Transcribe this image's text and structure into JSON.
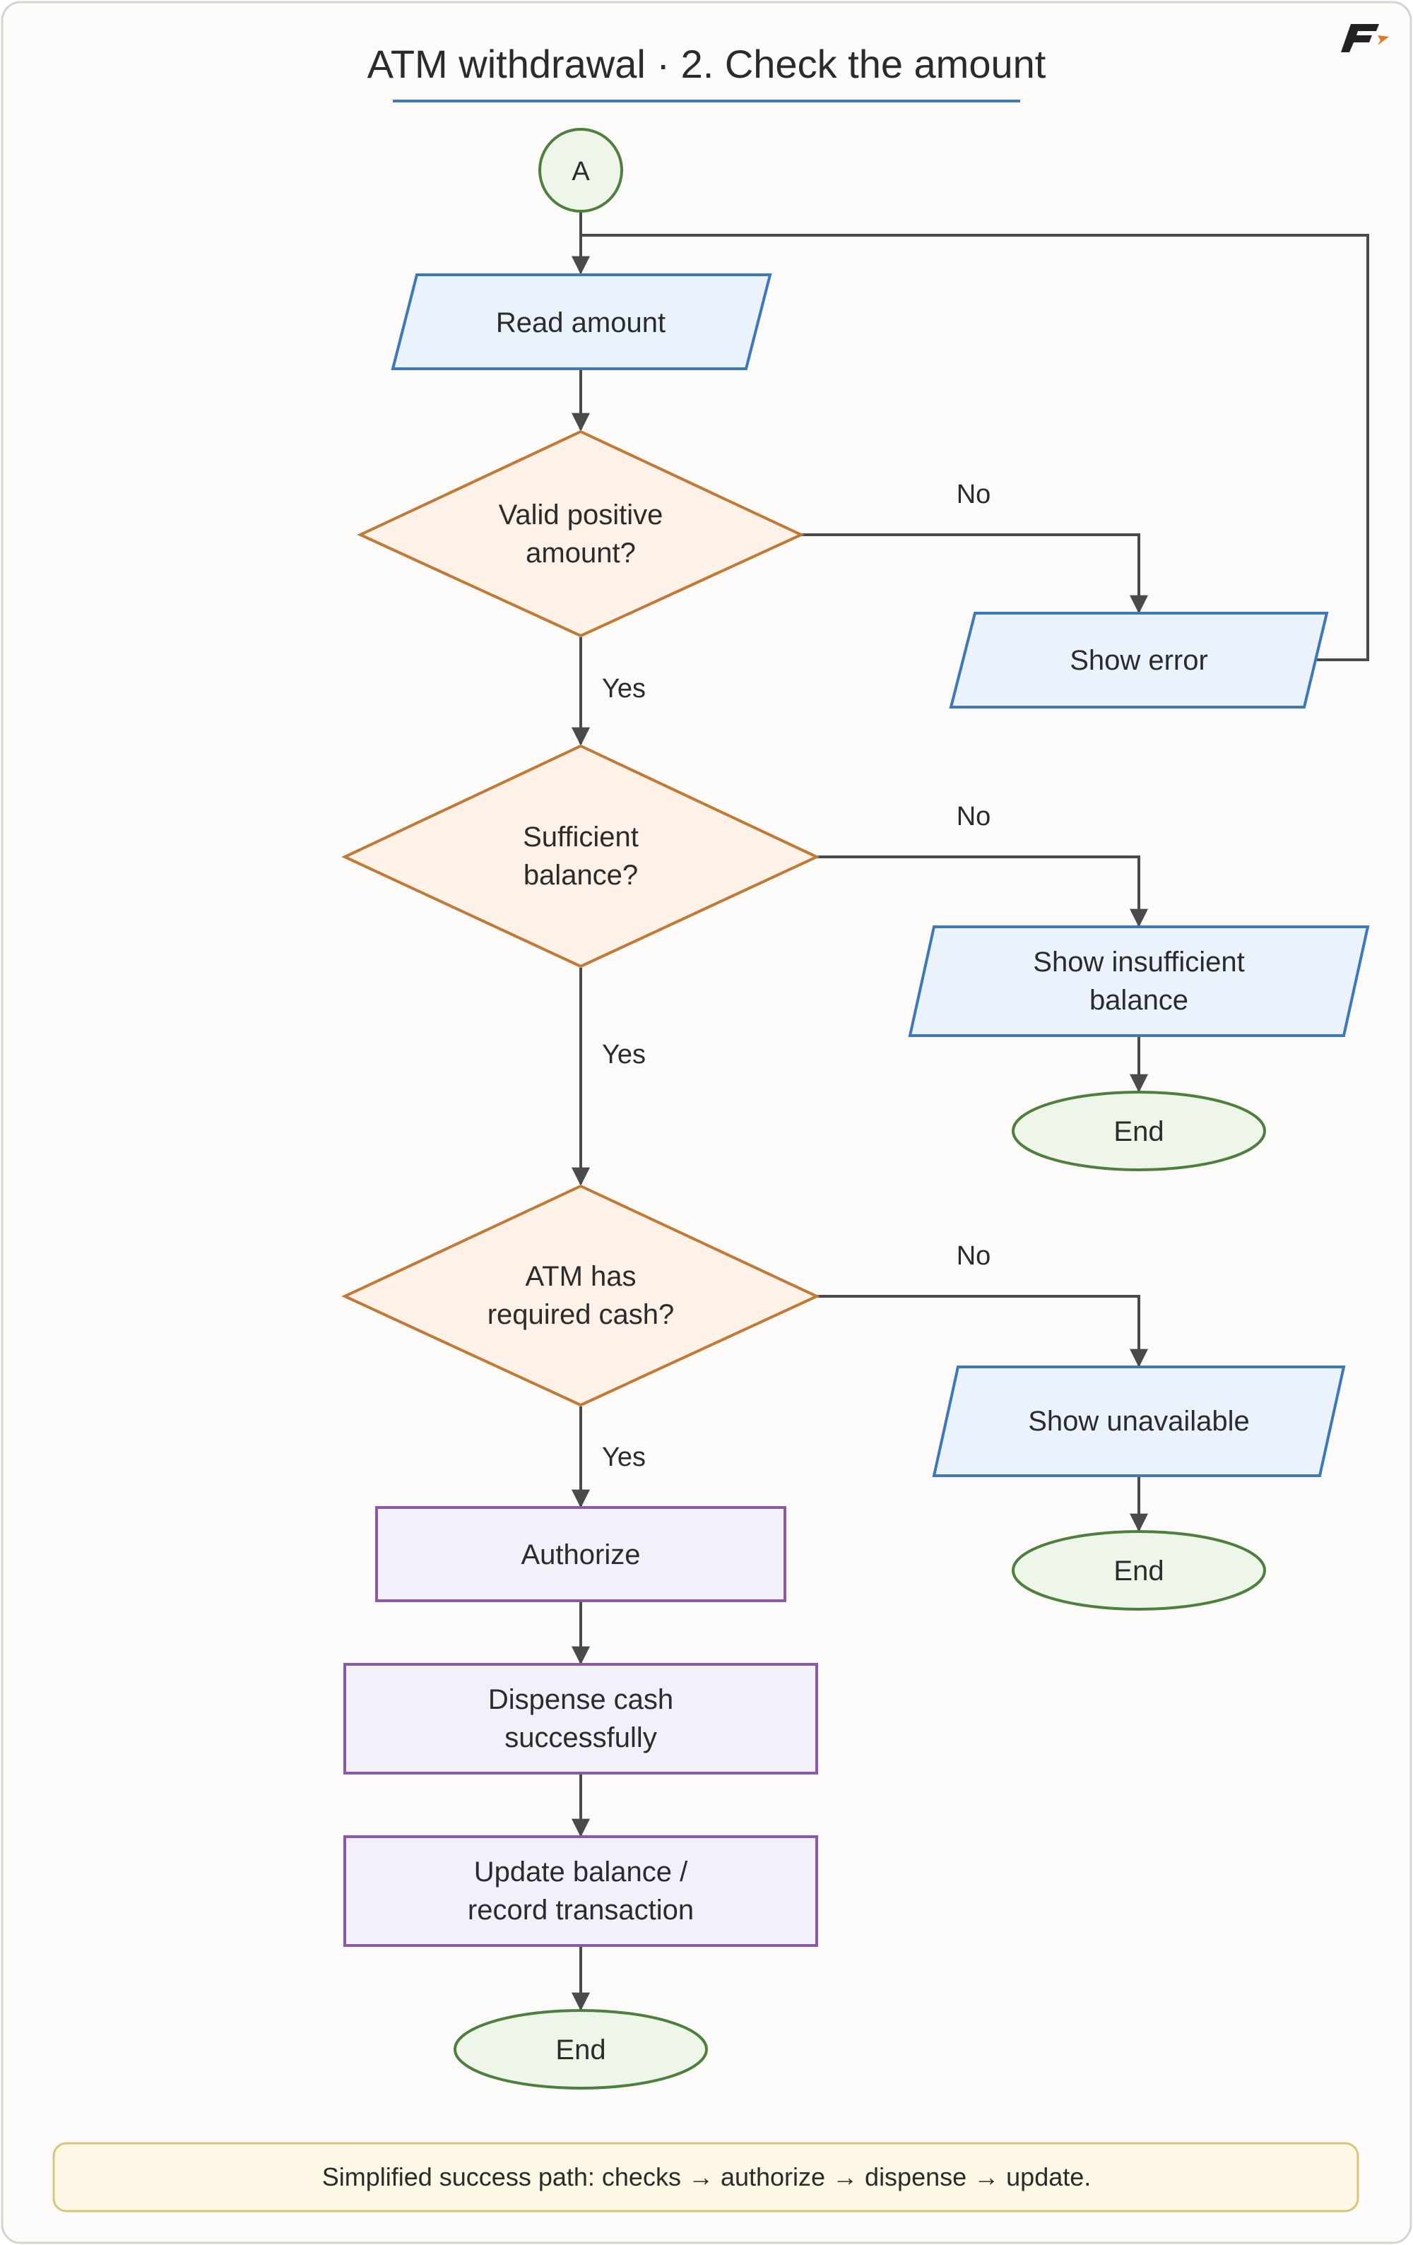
{
  "title": "ATM withdrawal · 2. Check the amount",
  "logo": {
    "name": "brand-logo-icon"
  },
  "connector": {
    "label": "A"
  },
  "nodes": {
    "read_amount": "Read amount",
    "valid_q": [
      "Valid positive",
      "amount?"
    ],
    "show_error": "Show error",
    "sufficient_q": [
      "Sufficient",
      "balance?"
    ],
    "show_insufficient": [
      "Show insufficient",
      "balance"
    ],
    "end_insufficient": "End",
    "cash_q": [
      "ATM has",
      "required cash?"
    ],
    "show_unavailable": "Show unavailable",
    "end_unavailable": "End",
    "authorize": "Authorize",
    "dispense": [
      "Dispense cash",
      "successfully"
    ],
    "update": [
      "Update balance /",
      "record transaction"
    ],
    "end_main": "End"
  },
  "edge_labels": {
    "valid_no": "No",
    "valid_yes": "Yes",
    "sufficient_no": "No",
    "sufficient_yes": "Yes",
    "cash_no": "No",
    "cash_yes": "Yes"
  },
  "note": "Simplified success path: checks → authorize → dispense → update.",
  "colors": {
    "io_fill": "#eaf3fc",
    "io_stroke": "#3f78b8",
    "decision_fill": "#fdf1e8",
    "decision_stroke": "#c07a35",
    "process_fill": "#f3effb",
    "process_stroke": "#8a5aa8",
    "terminal_fill": "#eef6ea",
    "terminal_stroke": "#4f7f3e",
    "edge": "#4a4a4a",
    "title_underline": "#3f78b8",
    "note_fill": "#fdf8e5",
    "note_stroke": "#d8c47a",
    "logo_dark": "#222222",
    "logo_accent": "#e07a2c"
  }
}
